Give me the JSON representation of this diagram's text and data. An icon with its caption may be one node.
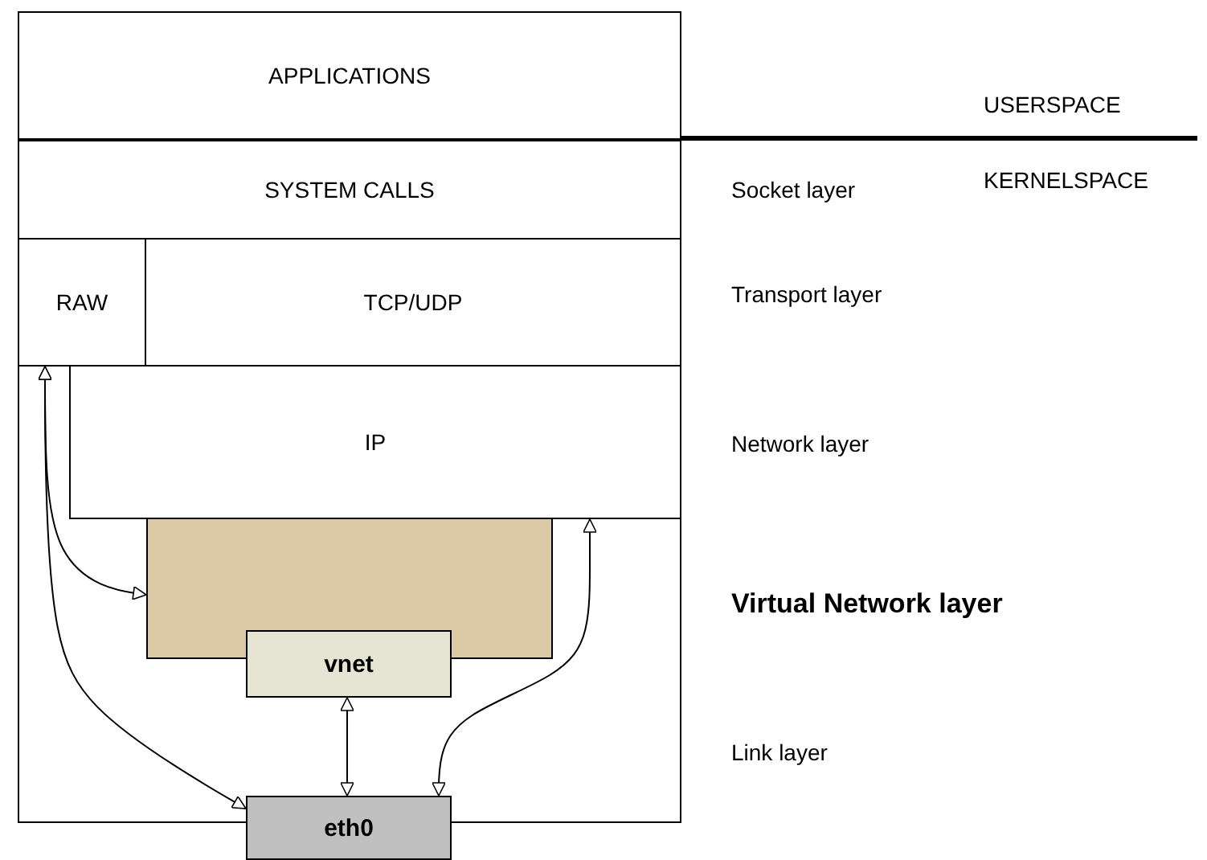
{
  "diagram": {
    "nodes": [
      {
        "text": [
          "APPLICATIONS"
        ]
      },
      {
        "text": [
          "SYSTEM CALLS"
        ]
      },
      {
        "text": [
          "RAW"
        ]
      },
      {
        "text": [
          "TCP/UDP"
        ]
      },
      {
        "text": [
          "IP"
        ]
      },
      {
        "text": [],
        "shape": "box"
      },
      {
        "text": [
          "vnet"
        ]
      },
      {
        "text": [
          "eth0"
        ]
      }
    ],
    "edges": [
      {
        "from": 2,
        "to": 5,
        "arrow": "both"
      },
      {
        "from": 2,
        "to": 7,
        "arrow": "both"
      },
      {
        "from": 6,
        "to": 7,
        "arrow": "both"
      },
      {
        "from": 7,
        "to": 4,
        "arrow": "both"
      }
    ],
    "labels": [
      "USERSPACE",
      "KERNELSPACE",
      "Socket layer",
      "Transport layer",
      "Network layer",
      "Virtual Network layer",
      "Link layer"
    ]
  }
}
